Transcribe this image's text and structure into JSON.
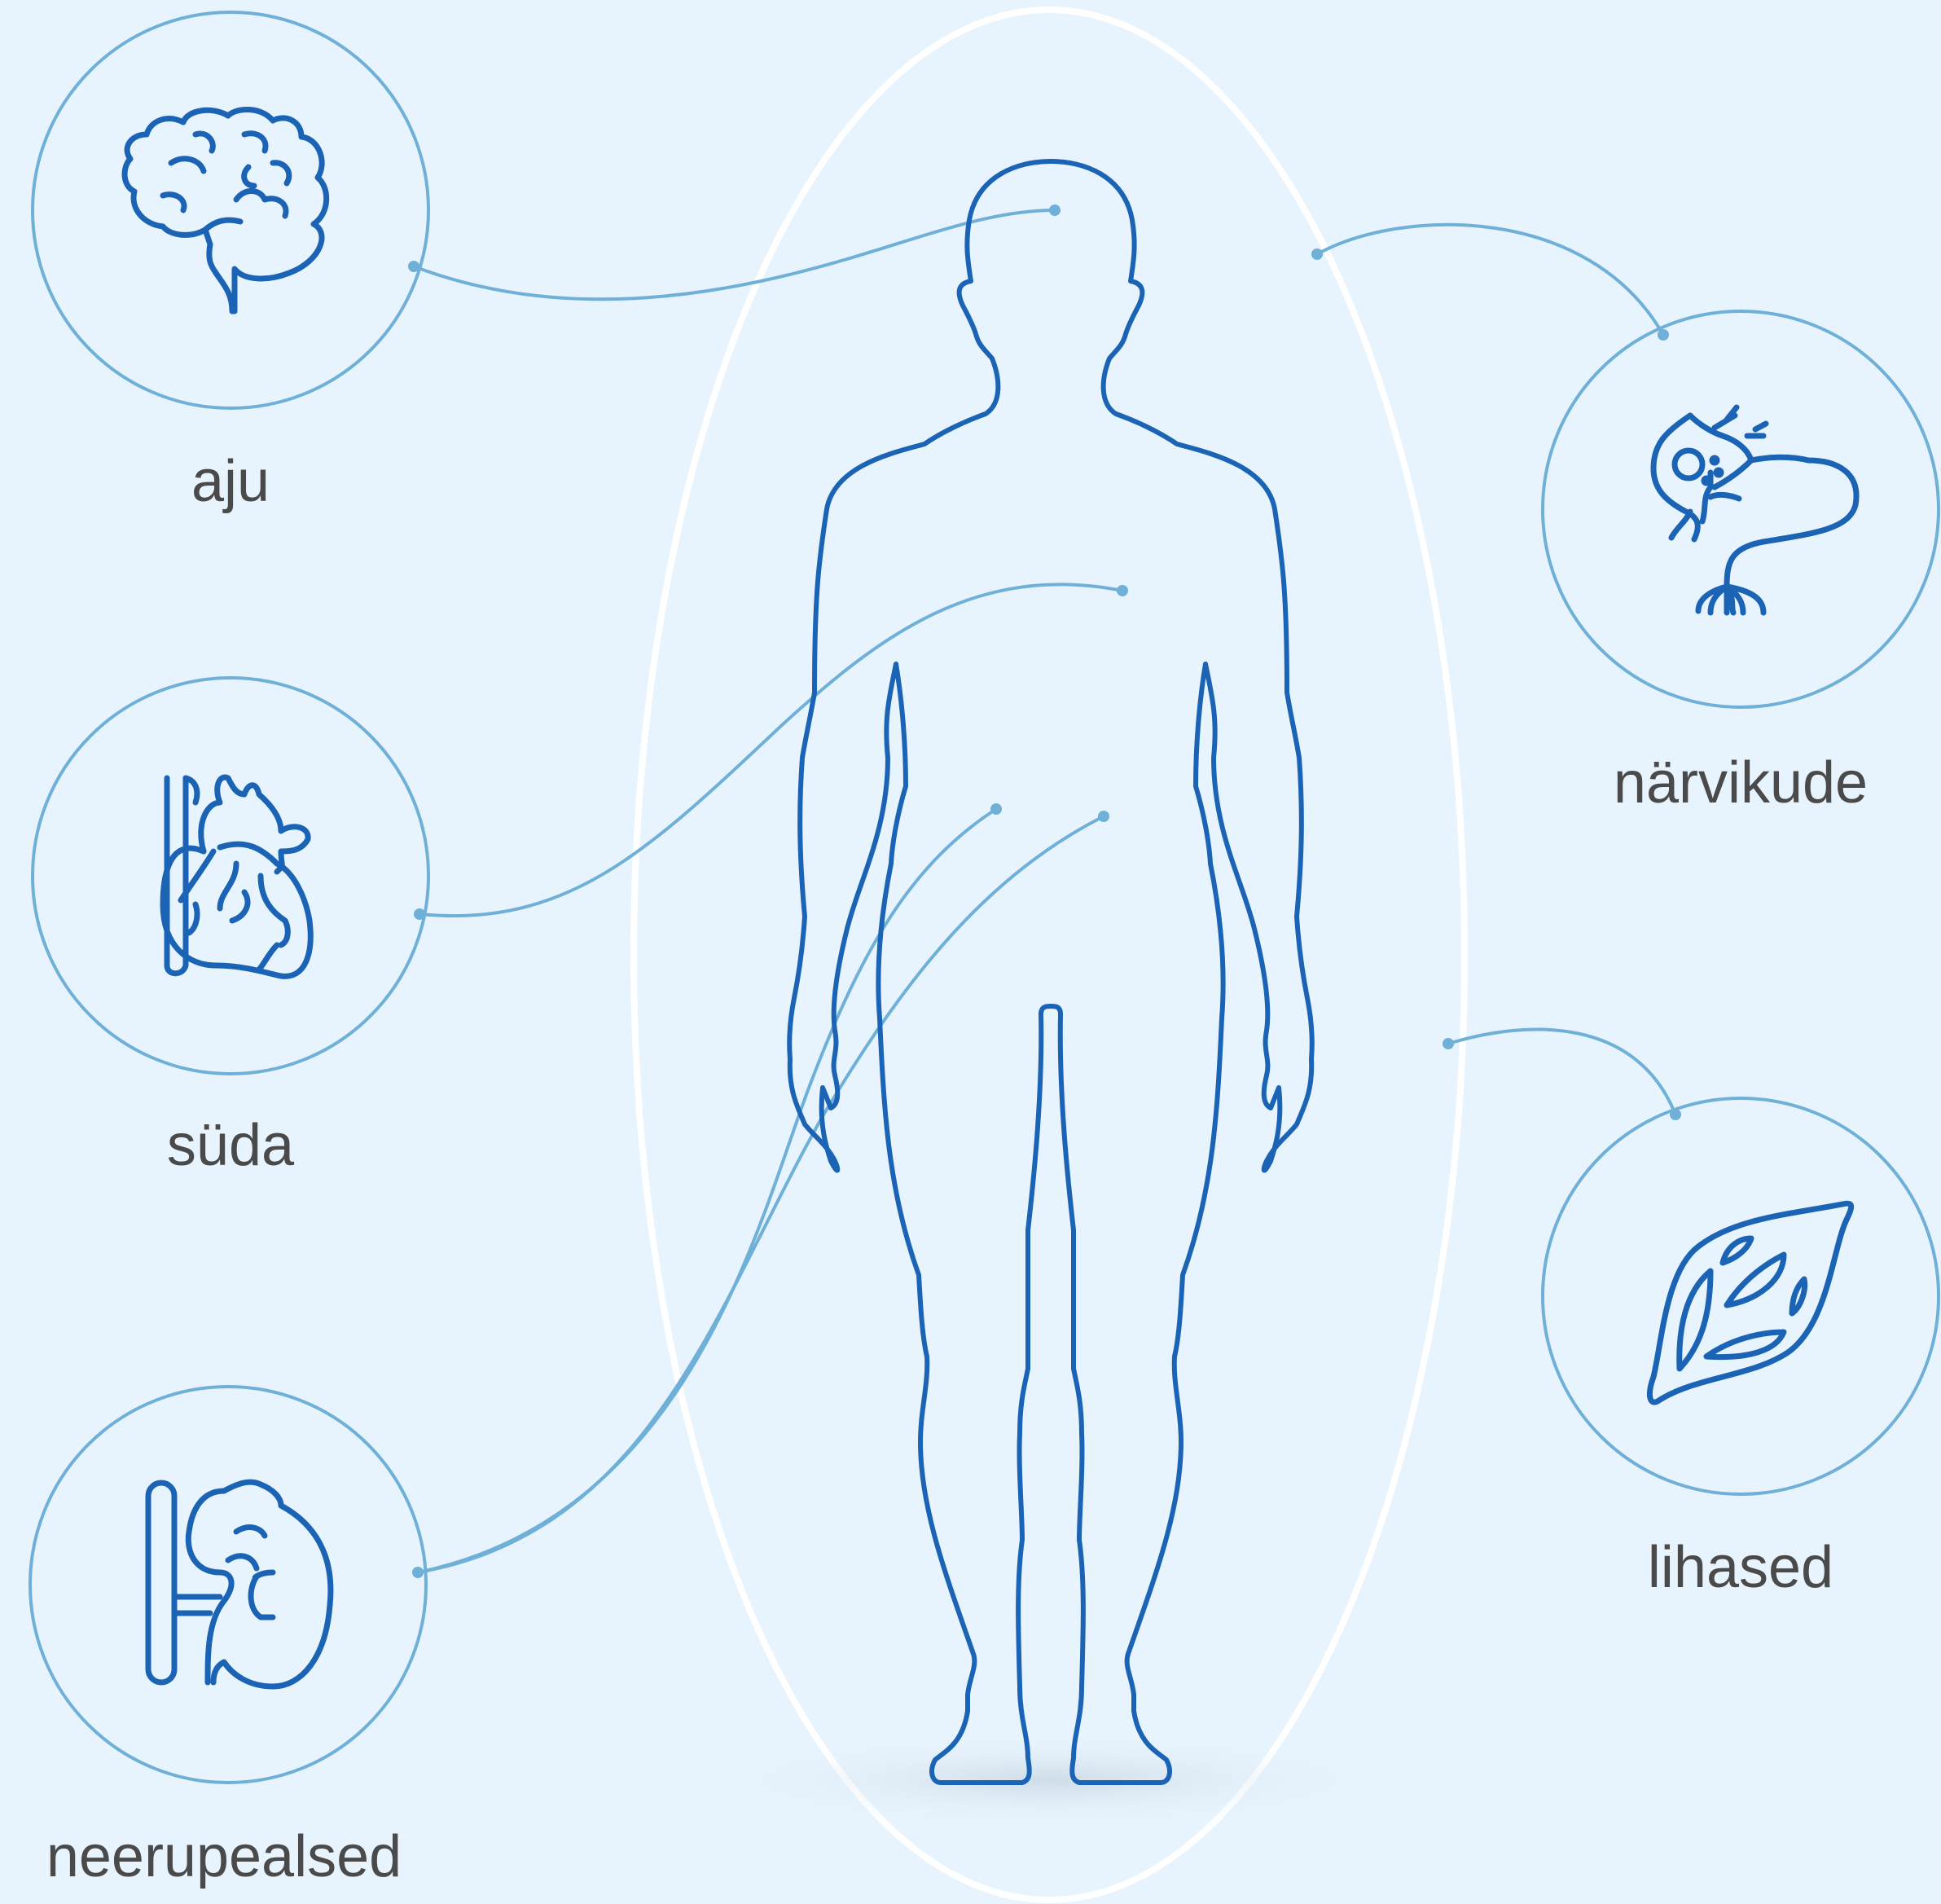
{
  "labels": {
    "brain": "aju",
    "heart": "süda",
    "adrenal": "neerupealsed",
    "nerve": "närvikude",
    "muscle": "lihased"
  },
  "colors": {
    "background": "#e8f4fd",
    "icon_stroke": "#1b63b5",
    "connector": "#6fb0d8",
    "aura": "#ffffff",
    "label_text": "#4a4a4a"
  },
  "icons": [
    "brain-icon",
    "heart-icon",
    "kidney-adrenal-icon",
    "neuron-icon",
    "muscle-icon"
  ]
}
